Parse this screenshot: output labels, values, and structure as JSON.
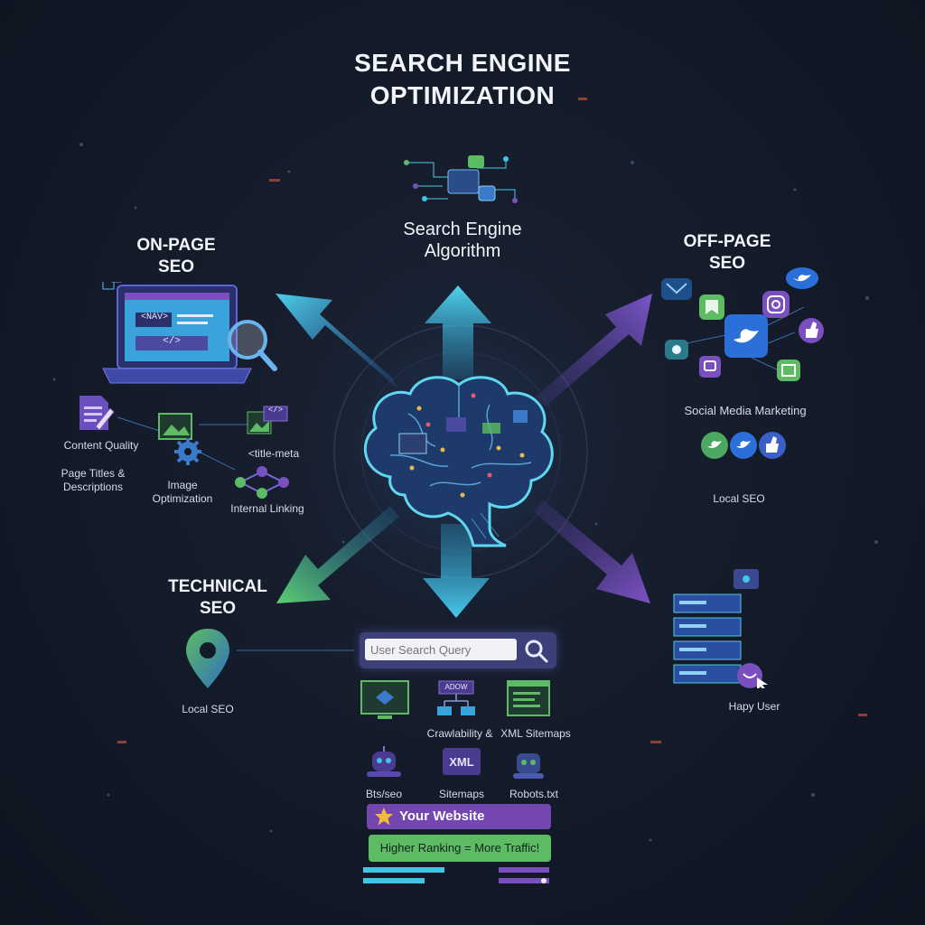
{
  "title_line1": "SEARCH ENGINE",
  "title_line2": "OPTIMIZATION",
  "center": {
    "heading_line1": "Search Engine",
    "heading_line2": "Algorithm"
  },
  "on_page": {
    "heading_line1": "ON-PAGE",
    "heading_line2": "SEO",
    "screen_tag": "<NAV>",
    "screen_code": "</>",
    "items": {
      "content_quality": "Content Quality",
      "page_titles_line1": "Page Titles &",
      "page_titles_line2": "Descriptions",
      "image_opt_line1": "Image",
      "image_opt_line2": "Optimization",
      "title_meta": "<title-meta",
      "internal_linking": "Internal Linking",
      "code_tag": "</>"
    }
  },
  "off_page": {
    "heading_line1": "OFF-PAGE",
    "heading_line2": "SEO",
    "social_media": "Social Media Marketing",
    "local_seo": "Local SEO"
  },
  "technical": {
    "heading_line1": "TECHNICAL",
    "heading_line2": "SEO",
    "local_seo": "Local SEO",
    "crawlability": "Crawlability &",
    "xml_sitemaps": "XML Sitemaps",
    "sitemaps": "Sitemaps",
    "robots_bots": "Bts/seo",
    "robots_txt": "Robots.txt",
    "xml_icon": "XML",
    "adow_tag": "ADOW"
  },
  "search": {
    "placeholder": "User Search Query"
  },
  "happy_user": "Hapy User",
  "website": "Your Website",
  "ranking": "Higher Ranking = More Traffic!",
  "colors": {
    "teal": "#3fc6e6",
    "purple": "#7a4fc0",
    "green": "#5dbb63",
    "navy": "#3c3f78"
  }
}
